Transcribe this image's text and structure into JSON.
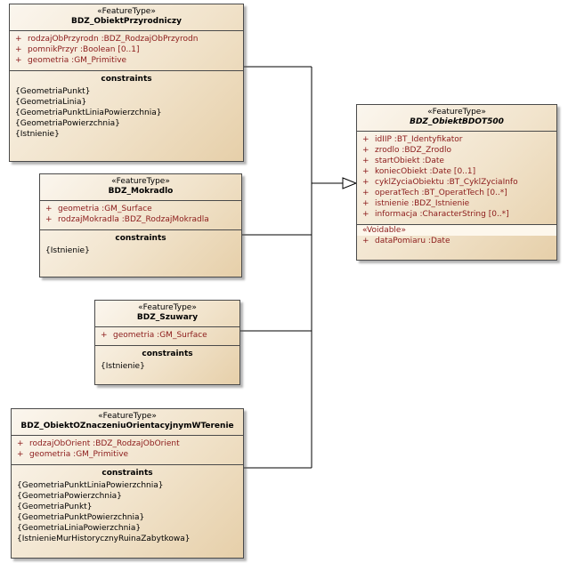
{
  "classes": [
    {
      "id": "przyrodniczy",
      "stereotype": "«FeatureType»",
      "name": "BDZ_ObiektPrzyrodniczy",
      "abstract": false,
      "attributes": [
        {
          "vis": "+",
          "text": "rodzajObPrzyrodn  :BDZ_RodzajObPrzyrodn"
        },
        {
          "vis": "+",
          "text": "pomnikPrzyr  :Boolean [0..1]"
        },
        {
          "vis": "+",
          "text": "geometria  :GM_Primitive"
        }
      ],
      "constraints_title": "constraints",
      "constraints": [
        "{GeometriaPunkt}",
        "{GeometriaLinia}",
        "{GeometriaPunktLiniaPowierzchnia}",
        "{GeometriaPowierzchnia}",
        "{Istnienie}"
      ]
    },
    {
      "id": "mokradlo",
      "stereotype": "«FeatureType»",
      "name": "BDZ_Mokradlo",
      "abstract": false,
      "attributes": [
        {
          "vis": "+",
          "text": "geometria  :GM_Surface"
        },
        {
          "vis": "+",
          "text": "rodzajMokradla  :BDZ_RodzajMokradla"
        }
      ],
      "constraints_title": "constraints",
      "constraints": [
        "{Istnienie}"
      ]
    },
    {
      "id": "szuwary",
      "stereotype": "«FeatureType»",
      "name": "BDZ_Szuwary",
      "abstract": false,
      "attributes": [
        {
          "vis": "+",
          "text": "geometria  :GM_Surface"
        }
      ],
      "constraints_title": "constraints",
      "constraints": [
        "{Istnienie}"
      ]
    },
    {
      "id": "orientacyjny",
      "stereotype": "«FeatureType»",
      "name": "BDZ_ObiektOZnaczeniuOrientacyjnymWTerenie",
      "abstract": false,
      "attributes": [
        {
          "vis": "+",
          "text": "rodzajObOrient  :BDZ_RodzajObOrient"
        },
        {
          "vis": "+",
          "text": "geometria  :GM_Primitive"
        }
      ],
      "constraints_title": "constraints",
      "constraints": [
        "{GeometriaPunktLiniaPowierzchnia}",
        "{GeometriaPowierzchnia}",
        "{GeometriaPunkt}",
        "{GeometriaPunktPowierzchnia}",
        "{GeometriaLiniaPowierzchnia}",
        "{IstnienieMurHistorycznyRuinaZabytkowa}"
      ]
    },
    {
      "id": "bdot500",
      "stereotype": "«FeatureType»",
      "name": "BDZ_ObiektBDOT500",
      "abstract": true,
      "attributes": [
        {
          "vis": "+",
          "text": "idIIP  :BT_Identyfikator"
        },
        {
          "vis": "+",
          "text": "zrodlo  :BDZ_Zrodlo"
        },
        {
          "vis": "+",
          "text": "startObiekt  :Date"
        },
        {
          "vis": "+",
          "text": "koniecObiekt  :Date [0..1]"
        },
        {
          "vis": "+",
          "text": "cyklZyciaObiektu  :BT_CyklZyciaInfo"
        },
        {
          "vis": "+",
          "text": "operatTech  :BT_OperatTech [0..*]"
        },
        {
          "vis": "+",
          "text": "istnienie  :BDZ_Istnienie"
        },
        {
          "vis": "+",
          "text": "informacja  :CharacterString [0..*]"
        }
      ],
      "voidable_label": "«Voidable»",
      "voidable_attributes": [
        {
          "vis": "+",
          "text": "dataPomiaru  :Date"
        }
      ]
    }
  ],
  "generalizations": [
    {
      "from": "przyrodniczy",
      "to": "bdot500"
    },
    {
      "from": "mokradlo",
      "to": "bdot500"
    },
    {
      "from": "szuwary",
      "to": "bdot500"
    },
    {
      "from": "orientacyjny",
      "to": "bdot500"
    }
  ]
}
